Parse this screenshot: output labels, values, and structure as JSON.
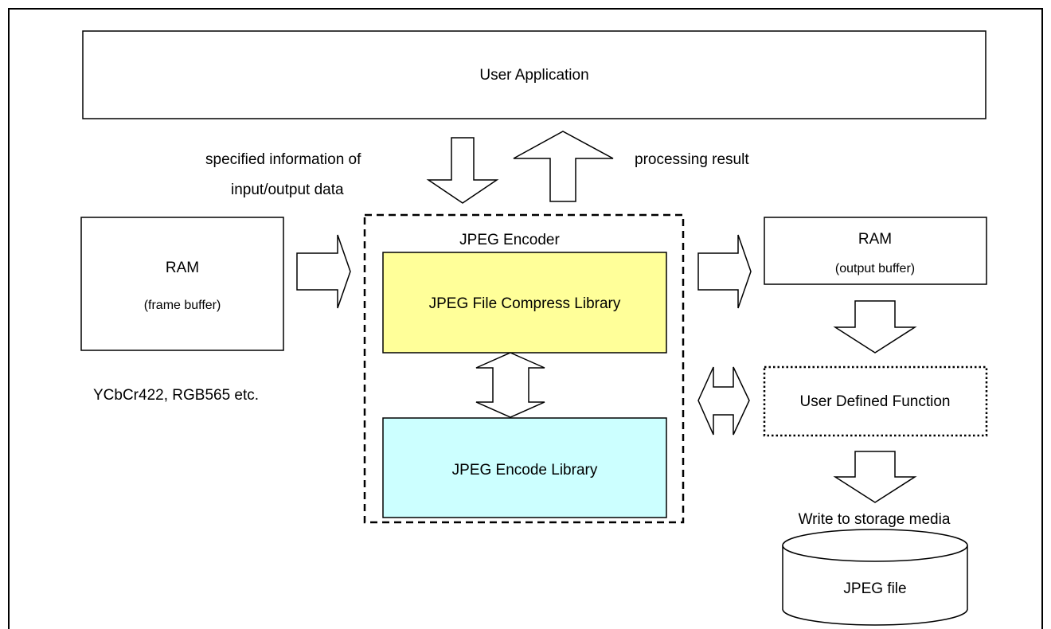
{
  "user_app": {
    "label": "User Application"
  },
  "info_labels": {
    "specified_line1": "specified information of",
    "specified_line2": "input/output data",
    "processing_result": "processing result"
  },
  "ram_input": {
    "title": "RAM",
    "subtitle": "(frame buffer)",
    "formats": "YCbCr422, RGB565 etc."
  },
  "encoder": {
    "title": "JPEG Encoder",
    "compress_lib": "JPEG File Compress Library",
    "encode_lib": "JPEG Encode Library"
  },
  "ram_output": {
    "title": "RAM",
    "subtitle": "(output buffer)"
  },
  "user_defined": {
    "label": "User Defined Function"
  },
  "storage": {
    "caption": "Write to storage media",
    "file_label": "JPEG file"
  },
  "colors": {
    "compress_lib_fill": "#ffff99",
    "encode_lib_fill": "#ccffff"
  }
}
